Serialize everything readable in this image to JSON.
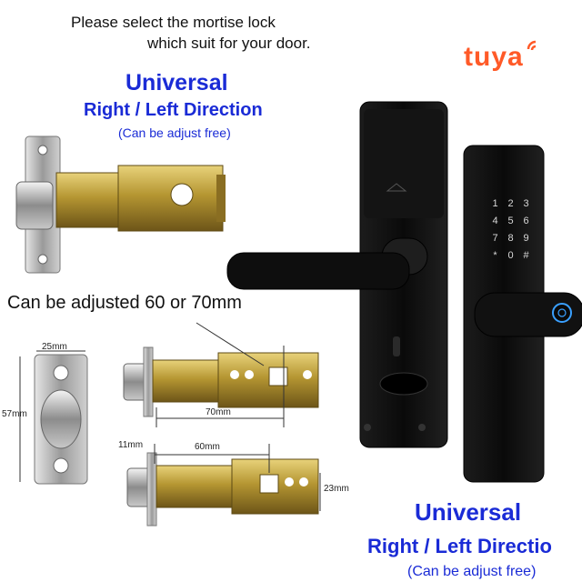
{
  "instruction": {
    "line1": "Please select the mortise lock",
    "line2": "which suit for your door."
  },
  "brand": {
    "logo_text": "tuya",
    "color": "#ff5a28"
  },
  "top_caption": {
    "heading": "Universal",
    "subheading": "Right / Left Direction",
    "note": "(Can be adjust free)"
  },
  "adjust_caption": "Can be adjusted 60 or 70mm",
  "dimensions": {
    "width": "25mm",
    "height": "57mm",
    "long_backset": "70mm",
    "short_backset": "60mm",
    "offset": "11mm",
    "depth": "23mm"
  },
  "keypad": {
    "keys": [
      "1",
      "2",
      "3",
      "4",
      "5",
      "6",
      "7",
      "8",
      "9",
      "*",
      "0",
      "#"
    ]
  },
  "bottom_caption": {
    "heading": "Universal",
    "subheading": "Right / Left Directio",
    "note": "(Can be adjust free)"
  },
  "colors": {
    "accent_blue": "#1a2bd6",
    "lock_black": "#101010",
    "brass": "#b59632"
  }
}
